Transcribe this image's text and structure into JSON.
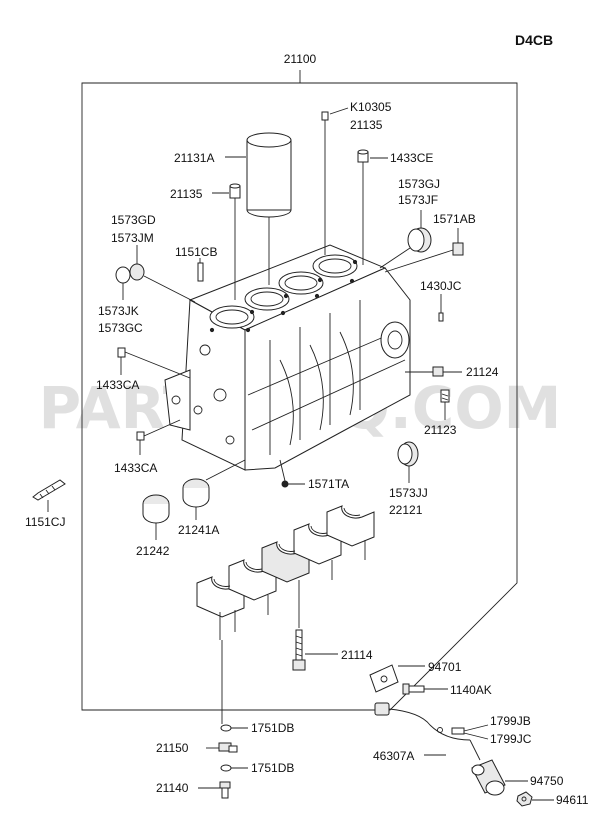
{
  "engine_code": "D4CB",
  "watermark": "PARTSOUQ.COM",
  "assembly_label": "21100",
  "labels": {
    "k10305": "K10305",
    "p21135a": "21135",
    "p1433ce": "1433CE",
    "p21131a": "21131A",
    "p21135b": "21135",
    "p1573gj": "1573GJ",
    "p1573jf": "1573JF",
    "p1571ab": "1571AB",
    "p1573gd": "1573GD",
    "p1573jm": "1573JM",
    "p1151cb": "1151CB",
    "p1430jc": "1430JC",
    "p1573jk": "1573JK",
    "p1573gc": "1573GC",
    "p21124": "21124",
    "p1433ca_a": "1433CA",
    "p21123": "21123",
    "p1433ca_b": "1433CA",
    "p1571ta": "1571TA",
    "p1573jj": "1573JJ",
    "p22121": "22121",
    "p1151cj": "1151CJ",
    "p21241a": "21241A",
    "p21242": "21242",
    "p21114": "21114",
    "p94701": "94701",
    "p1140ak": "1140AK",
    "p1751db_a": "1751DB",
    "p1799jb": "1799JB",
    "p1799jc": "1799JC",
    "p21150": "21150",
    "p46307a": "46307A",
    "p1751db_b": "1751DB",
    "p94750": "94750",
    "p21140": "21140",
    "p94611": "94611"
  }
}
